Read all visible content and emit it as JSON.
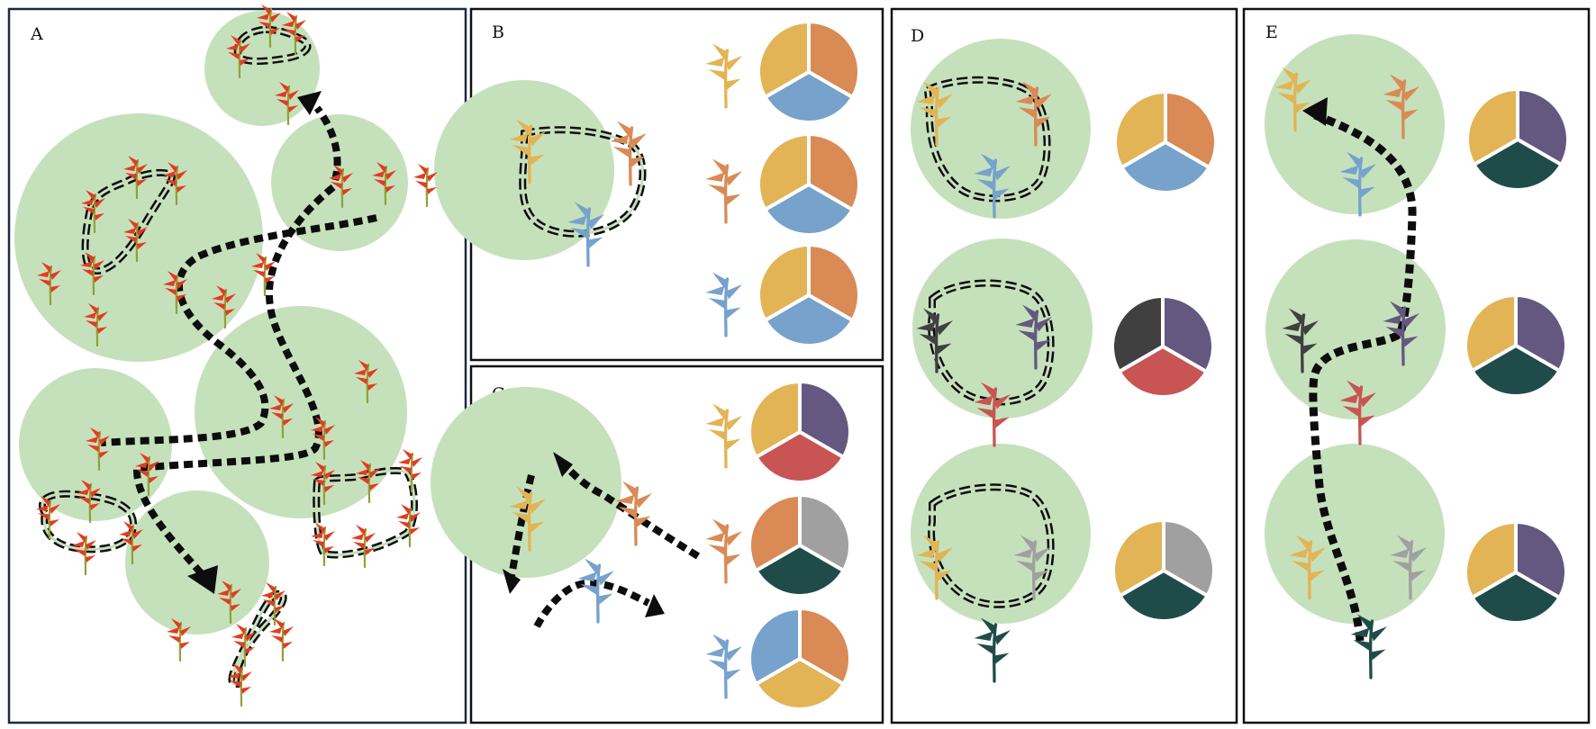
{
  "colors": {
    "habitat": "#c5e1bc",
    "frame": "#111111",
    "frame_a": "#1c2a40",
    "path": "#0d0d0d",
    "plant_red": "#e53a1e",
    "plant_stem": "#8da235",
    "yellow": "#e2b455",
    "orange": "#d98a55",
    "blue": "#76a2cb",
    "purple": "#645880",
    "red": "#c85454",
    "dark": "#404040",
    "gray": "#a0a0a0",
    "teal": "#1f4c49"
  },
  "panels": {
    "a": {
      "label": "A"
    },
    "b": {
      "label": "B"
    },
    "c": {
      "label": "C"
    },
    "d": {
      "label": "D"
    },
    "e": {
      "label": "E"
    }
  },
  "icons": {
    "flower": "heliconia-flower-icon",
    "pie": "three-slice-pie-icon"
  },
  "pies": {
    "b": [
      [
        "yellow",
        "orange",
        "blue"
      ],
      [
        "yellow",
        "orange",
        "blue"
      ],
      [
        "yellow",
        "orange",
        "blue"
      ]
    ],
    "c": [
      [
        "yellow",
        "purple",
        "red"
      ],
      [
        "orange",
        "gray",
        "teal"
      ],
      [
        "blue",
        "orange",
        "yellow"
      ]
    ],
    "d": [
      [
        "yellow",
        "orange",
        "blue"
      ],
      [
        "dark",
        "purple",
        "red"
      ],
      [
        "yellow",
        "gray",
        "teal"
      ]
    ],
    "e": [
      [
        "yellow",
        "purple",
        "teal"
      ],
      [
        "yellow",
        "purple",
        "teal"
      ],
      [
        "yellow",
        "purple",
        "teal"
      ]
    ]
  },
  "side_flowers": {
    "b": [
      "yellow",
      "orange",
      "blue"
    ],
    "c": [
      "yellow",
      "orange",
      "blue"
    ]
  }
}
